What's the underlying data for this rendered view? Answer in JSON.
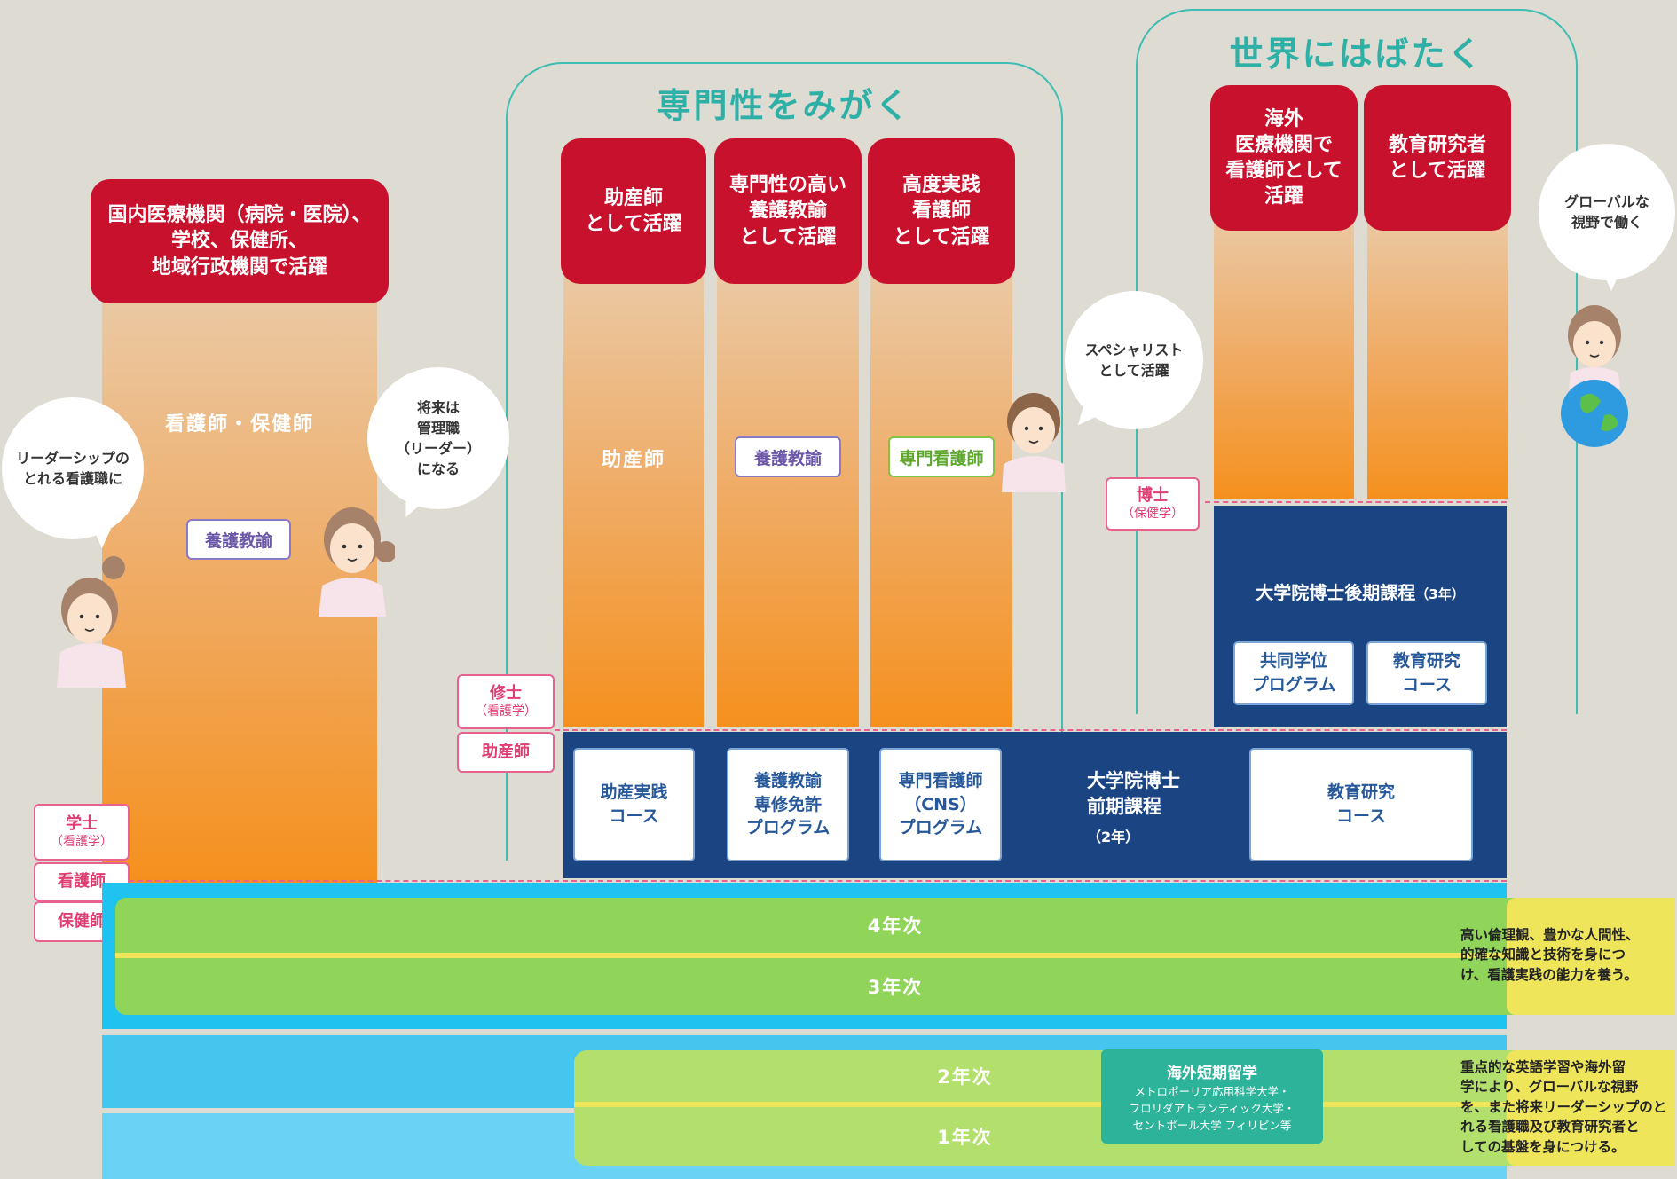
{
  "arches": {
    "specialty": "専門性をみがく",
    "global": "世界にはばたく"
  },
  "careers": {
    "domestic": "国内医療機関（病院・医院）、\n学校、保健所、\n地域行政機関で活躍",
    "midwife": "助産師\nとして活躍",
    "school_nurse": "専門性の高い\n養護教諭\nとして活躍",
    "advanced": "高度実践\n看護師\nとして活躍",
    "overseas": "海外\n医療機関で\n看護師として\n活躍",
    "researcher": "教育研究者\nとして活躍"
  },
  "column_labels": {
    "nurse_phn": "看護師・保健師",
    "midwife": "助産師"
  },
  "tags": {
    "yogo_left": "養護教諭",
    "yogo_mid": "養護教諭",
    "cns": "専門看護師"
  },
  "bubbles": {
    "leadership": "リーダーシップの\nとれる看護職に",
    "manager": "将来は\n管理職\n（リーダー）\nになる",
    "specialist": "スペシャリスト\nとして活躍",
    "global": "グローバルな\n視野で働く"
  },
  "doctoral": {
    "title": "大学院博士後期課程",
    "years": "（3年）",
    "joint": "共同学位\nプログラム",
    "research": "教育研究\nコース"
  },
  "master": {
    "title": "大学院博士\n前期課程",
    "years": "（2年）",
    "midwife_course": "助産実践\nコース",
    "yogo_program": "養護教諭\n専修免許\nプログラム",
    "cns_program": "専門看護師\n（CNS）\nプログラム",
    "research_course": "教育研究\nコース"
  },
  "degrees": {
    "hakase": "博士",
    "hakase_sub": "（保健学）",
    "shushi": "修士",
    "shushi_sub": "（看護学）",
    "josanshi": "助産師",
    "gakushi": "学士",
    "gakushi_sub": "（看護学）",
    "kangoshi": "看護師",
    "hokenshi": "保健師"
  },
  "years": {
    "y4": "4年次",
    "y3": "3年次",
    "y2": "2年次",
    "y1": "1年次"
  },
  "study_abroad": {
    "title": "海外短期留学",
    "detail": "メトロポーリア応用科学大学・\nフロリダアトランティック大学・\nセントポール大学 フィリピン等"
  },
  "notes": {
    "upper": "高い倫理観、豊かな人間性、\n的確な知識と技術を身につ\nけ、看護実践の能力を養う。",
    "lower": "重点的な英語学習や海外留\n学により、グローバルな視野\nを、また将来リーダーシップのと\nれる看護職及び教育研究者と\nしての基盤を身につける。"
  },
  "colors": {
    "red": "#c8112d",
    "navy": "#1b4483",
    "teal": "#3ebdb3",
    "orange": "#f5901e",
    "green": "#90d45a",
    "light_green": "#b3e06c",
    "sky": "#1ec3ef",
    "pink": "#e7628f",
    "yellow": "#eee55a"
  }
}
